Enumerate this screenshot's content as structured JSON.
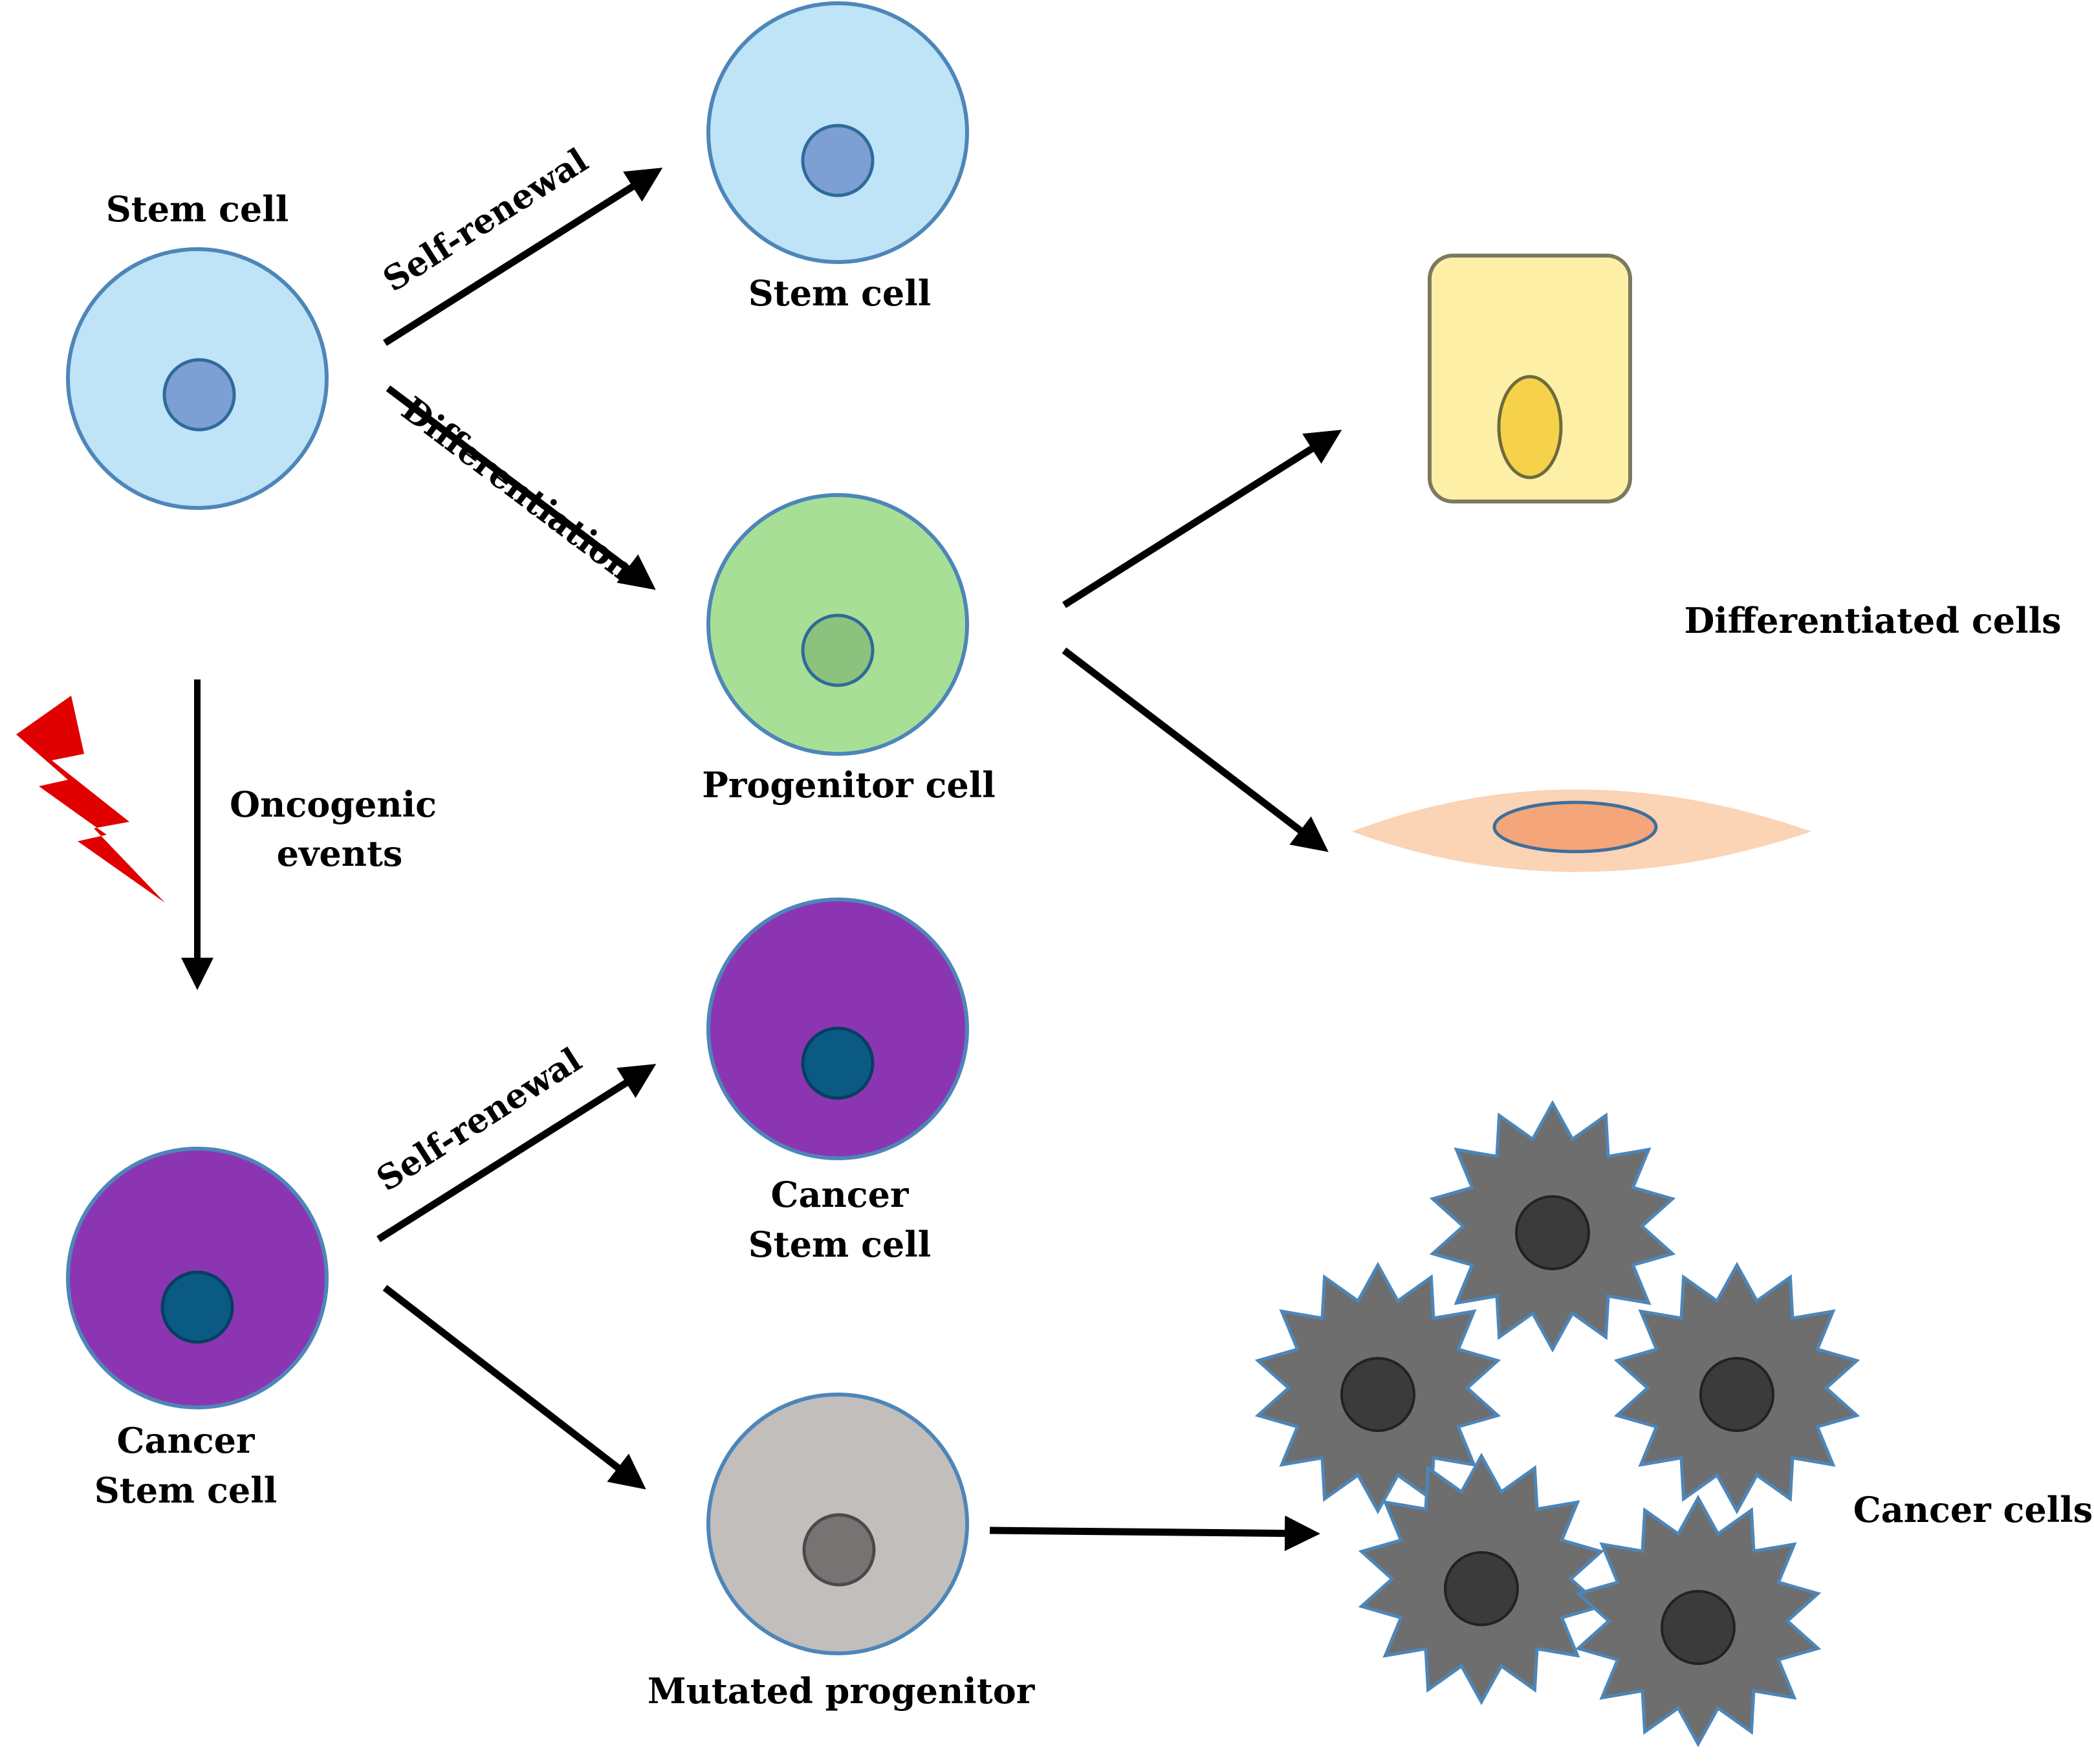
{
  "diagram": {
    "nodes": {
      "stem_cell_top": {
        "label": "Stem cell",
        "cell_color": "#bfe3f7",
        "nucleus_color": "#7d9fd3"
      },
      "stem_cell_renewed": {
        "label": "Stem cell",
        "cell_color": "#bfe3f7",
        "nucleus_color": "#7d9fd3"
      },
      "progenitor_cell": {
        "label": "Progenitor cell",
        "cell_color": "#a8df97",
        "nucleus_color": "#8cc27e"
      },
      "differentiated_cells": {
        "label": "Differentiated cells",
        "rect_color": "#fdf0a6",
        "nucleus_color": "#f6d14a",
        "spindle_color": "#fbd3b5",
        "spindle_nucleus_color": "#f4a57a"
      },
      "cancer_stem_cell_left": {
        "label_line1": "Cancer",
        "label_line2": "Stem cell",
        "cell_color": "#8c35b3",
        "nucleus_color": "#0b5a84"
      },
      "cancer_stem_cell_renewed": {
        "label_line1": "Cancer",
        "label_line2": "Stem cell",
        "cell_color": "#8c35b3",
        "nucleus_color": "#0b5a84"
      },
      "mutated_progenitor": {
        "label": "Mutated progenitor",
        "cell_color": "#c2bebc",
        "nucleus_color": "#777373"
      },
      "cancer_cells": {
        "label": "Cancer cells",
        "cell_color": "#6e6e6e",
        "nucleus_color": "#3b3b3b"
      }
    },
    "edges": {
      "self_renewal_top": {
        "label": "Self-renewal"
      },
      "differentiation": {
        "label": "Differentiation"
      },
      "oncogenic": {
        "label_line1": "Oncogenic",
        "label_line2": "events"
      },
      "self_renewal_bottom": {
        "label": "Self-renewal"
      }
    },
    "colors": {
      "outline": "#4d86b8",
      "arrow": "#000000",
      "lightning": "#e00000"
    }
  }
}
